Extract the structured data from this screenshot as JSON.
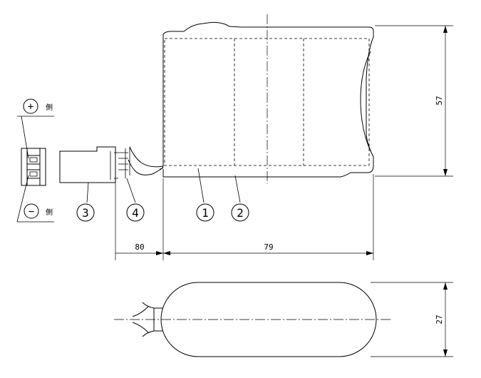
{
  "polarity": {
    "positive_symbol": "+",
    "positive_label": "側",
    "negative_symbol": "−",
    "negative_label": "側"
  },
  "callouts": [
    "1",
    "2",
    "3",
    "4"
  ],
  "dimensions": {
    "height": "57",
    "width": "79",
    "lead_length": "80",
    "thickness": "27"
  }
}
